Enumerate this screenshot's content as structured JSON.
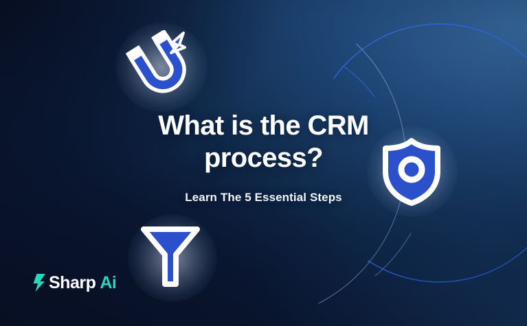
{
  "banner": {
    "headline_line1": "What is the CRM",
    "headline_line2": "process?",
    "subheadline": "Learn The 5 Essential Steps"
  },
  "brand": {
    "name": "Sharp",
    "suffix": "Ai",
    "bolt_icon": "lightning-bolt-icon"
  },
  "icons": [
    {
      "name": "magnet-icon",
      "label": "Magnet"
    },
    {
      "name": "shield-icon",
      "label": "Shield"
    },
    {
      "name": "funnel-icon",
      "label": "Funnel"
    }
  ],
  "colors": {
    "icon_blue": "#2B50CC",
    "icon_blue_dark": "#2343B4",
    "icon_white": "#FFFFFF",
    "brand_teal": "#2AD4BD",
    "arc_inner": "#2A63DC",
    "arc_outer": "#7C9BD0",
    "bg_dark": "#081128",
    "bg_light": "#35689B",
    "text_primary": "#FFFFFF"
  }
}
